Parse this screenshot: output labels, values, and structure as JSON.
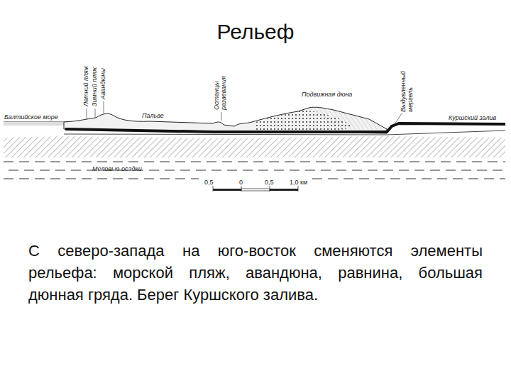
{
  "diagram": {
    "title": "Рельеф",
    "caption": "С северо-запада на юго-восток сменяются элементы рельефа: морской пляж, авандюна, равнина, большая дюнная гряда. Берег Куршского залива.",
    "labels": [
      "Летний пляж",
      "Зимний пляж",
      "Авандюны",
      "Балтийское море",
      "Пальве",
      "Останцы развевания",
      "Подвижная дюна",
      "Выдувленный мергель",
      "Куршский залив",
      "Меловые осадки",
      "0,5",
      "0",
      "0,5",
      "1,0 км"
    ]
  }
}
